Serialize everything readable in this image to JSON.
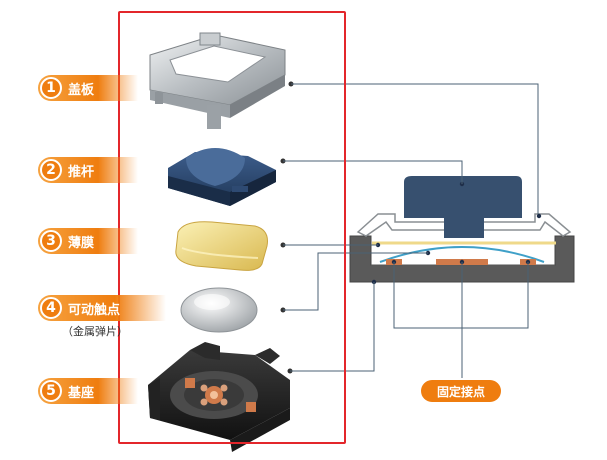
{
  "parts": [
    {
      "num": "1",
      "name": "盖板"
    },
    {
      "num": "2",
      "name": "推杆"
    },
    {
      "num": "3",
      "name": "薄膜"
    },
    {
      "num": "4",
      "name": "可动触点",
      "sub": "（金属弹片）"
    },
    {
      "num": "5",
      "name": "基座"
    }
  ],
  "contacts_label": "固定接点",
  "colors": {
    "accent": "#ef7d0f",
    "frame": "#e3262b",
    "actuator": "#2a4466",
    "base": "#555555",
    "copper": "#d07a4a",
    "film": "#e8cf6e"
  }
}
